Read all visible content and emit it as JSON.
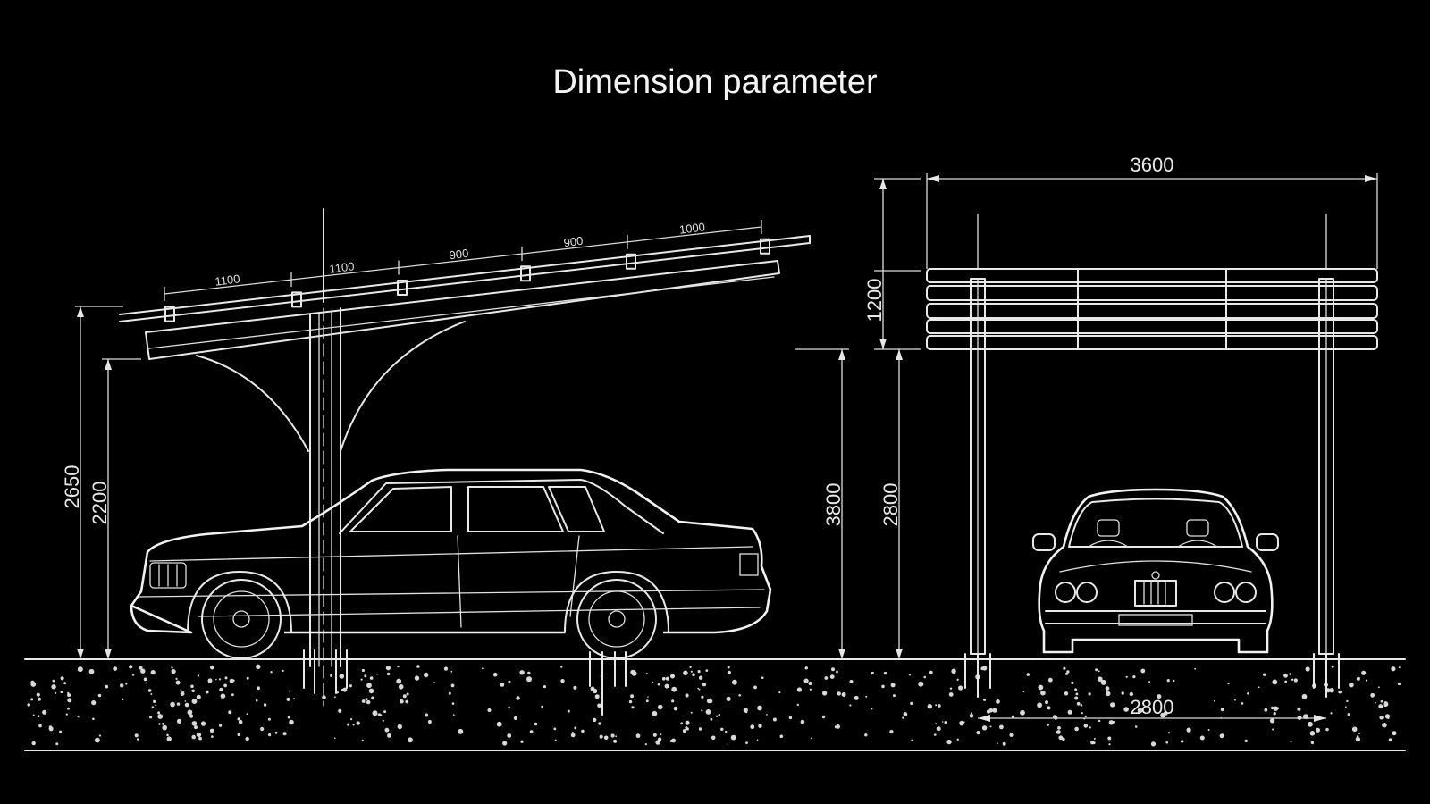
{
  "title": "Dimension parameter",
  "side_view": {
    "panel_spans": [
      "1100",
      "1100",
      "900",
      "900",
      "1000"
    ],
    "height_total": "2650",
    "height_low": "2200"
  },
  "front_view": {
    "width_top": "3600",
    "roof_depth": "1200",
    "height_total": "3800",
    "clear_height": "2800",
    "post_spacing": "2800"
  },
  "colors": {
    "background": "#000000",
    "line": "#e8e8e8"
  }
}
